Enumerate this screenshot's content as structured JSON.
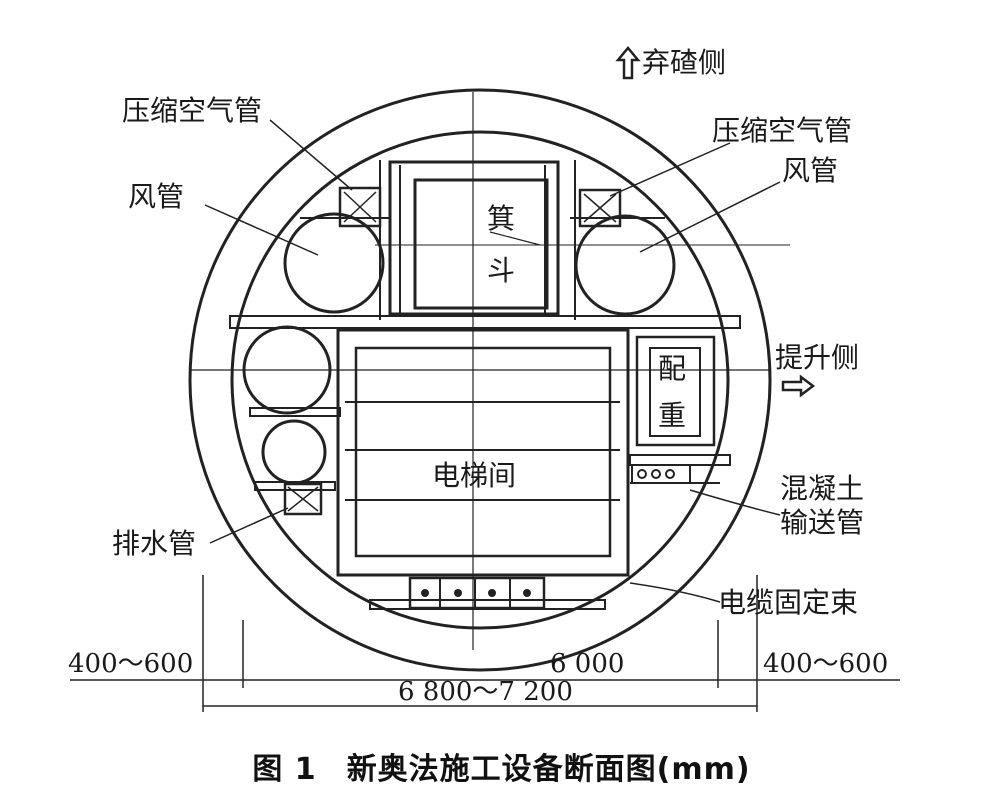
{
  "labels": {
    "waste_side": "弃碴侧",
    "air_pipe_left": "压缩空气管",
    "air_pipe_right": "压缩空气管",
    "duct_left": "风管",
    "duct_right": "风管",
    "bucket_1": "箕",
    "bucket_2": "斗",
    "hoist_side": "提升侧",
    "counterweight_1": "配",
    "counterweight_2": "重",
    "elevator_room": "电梯间",
    "concrete_pipe_1": "混凝土",
    "concrete_pipe_2": "输送管",
    "drain_pipe": "排水管",
    "cable_bundle": "电缆固定束"
  },
  "dimensions": {
    "left_gap": "400～600",
    "inner": "6 000",
    "right_gap": "400～600",
    "overall": "6 800～7 200"
  },
  "caption": {
    "figure_no": "图 1",
    "title": "新奥法施工设备断面图(mm)"
  },
  "icons": {
    "up_arrow": "hollow-up-arrow-icon",
    "right_arrow": "hollow-right-arrow-icon"
  }
}
